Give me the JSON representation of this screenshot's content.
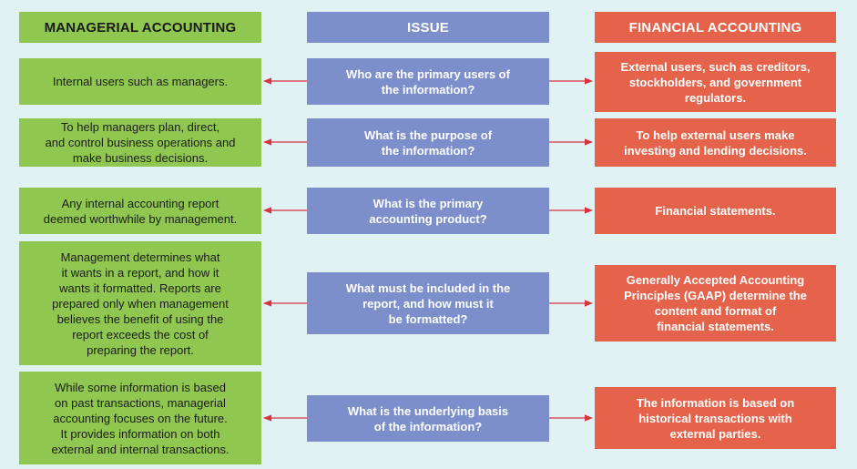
{
  "headers": {
    "managerial": "MANAGERIAL ACCOUNTING",
    "issue": "ISSUE",
    "financial": "FINANCIAL ACCOUNTING"
  },
  "rows": [
    {
      "managerial": "Internal users such as managers.",
      "issue": "Who are the primary users of\nthe information?",
      "financial": "External users, such as creditors,\nstockholders, and government\nregulators."
    },
    {
      "managerial": "To help managers plan, direct,\nand control business operations and\nmake business decisions.",
      "issue": "What is the purpose of\nthe information?",
      "financial": "To help external users make\ninvesting and lending decisions."
    },
    {
      "managerial": "Any internal accounting report\ndeemed worthwhile by management.",
      "issue": "What is the primary\naccounting product?",
      "financial": "Financial statements."
    },
    {
      "managerial": "Management determines what\nit wants in a report, and how it\nwants it formatted. Reports are\nprepared only when management\nbelieves the benefit of using the\nreport exceeds the cost of\npreparing the report.",
      "issue": "What must be included in the\nreport, and how must it\nbe formatted?",
      "financial": "Generally Accepted Accounting\nPrinciples (GAAP) determine the\ncontent and format of\nfinancial statements."
    },
    {
      "managerial": "While some information is based\non past transactions, managerial\naccounting focuses on the future.\nIt provides information on both\nexternal and internal transactions.",
      "issue": "What is the underlying basis\nof the information?",
      "financial": "The information is based on\nhistorical transactions with\nexternal parties."
    }
  ],
  "colors": {
    "background": "#e1f2f5",
    "managerial": "#8fc750",
    "issue": "#7d8fcb",
    "financial": "#e5634a",
    "arrow": "#d8323a"
  }
}
